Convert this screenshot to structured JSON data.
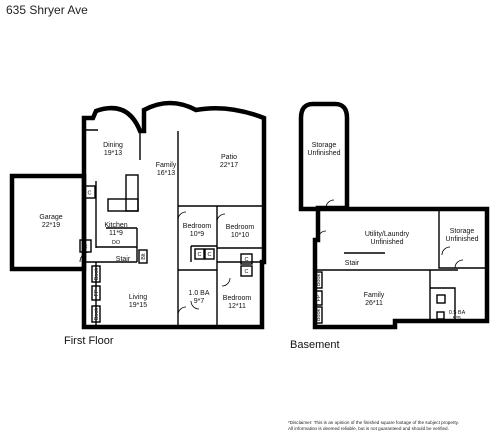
{
  "title": "635 Shryer Ave",
  "floors": {
    "first": {
      "label": "First Floor",
      "rooms": {
        "dining": {
          "name": "Dining",
          "dims": "19*13"
        },
        "family": {
          "name": "Family",
          "dims": "16*13"
        },
        "patio": {
          "name": "Patio",
          "dims": "22*17"
        },
        "garage": {
          "name": "Garage",
          "dims": "22*19"
        },
        "kitchen": {
          "name": "Kitchen",
          "dims": "11*9"
        },
        "bedroom1": {
          "name": "Bedroom",
          "dims": "10*9"
        },
        "bedroom2": {
          "name": "Bedroom",
          "dims": "10*10"
        },
        "bedroom3": {
          "name": "Bedroom",
          "dims": "12*11"
        },
        "bath": {
          "name": "1.0 BA",
          "dims": "9*7"
        },
        "living": {
          "name": "Living",
          "dims": "19*15"
        },
        "stair": {
          "name": "Stair"
        }
      },
      "fixtures": {
        "closet": "C",
        "fireplace": "FP",
        "book": "Book",
        "built_in": "Blt",
        "appliances": "DO"
      }
    },
    "basement": {
      "label": "Basement",
      "rooms": {
        "storage_top": {
          "name": "Storage",
          "status": "Unfinished"
        },
        "utility": {
          "name": "Utility/Laundry",
          "status": "Unfinished"
        },
        "storage_right": {
          "name": "Storage",
          "status": "Unfinished"
        },
        "stair": {
          "name": "Stair"
        },
        "family": {
          "name": "Family",
          "dims": "26*11"
        },
        "bath": {
          "name": "0.5 BA",
          "dims": "5*5"
        }
      },
      "fixtures": {
        "fireplace": "FP",
        "book": "Book"
      }
    }
  },
  "disclaimer": {
    "line1": "*Disclaimer: This is an opinion of the finished square footage of the subject property.",
    "line2": "All information is deemed reliable, but is not guaranteed and should be verified."
  }
}
